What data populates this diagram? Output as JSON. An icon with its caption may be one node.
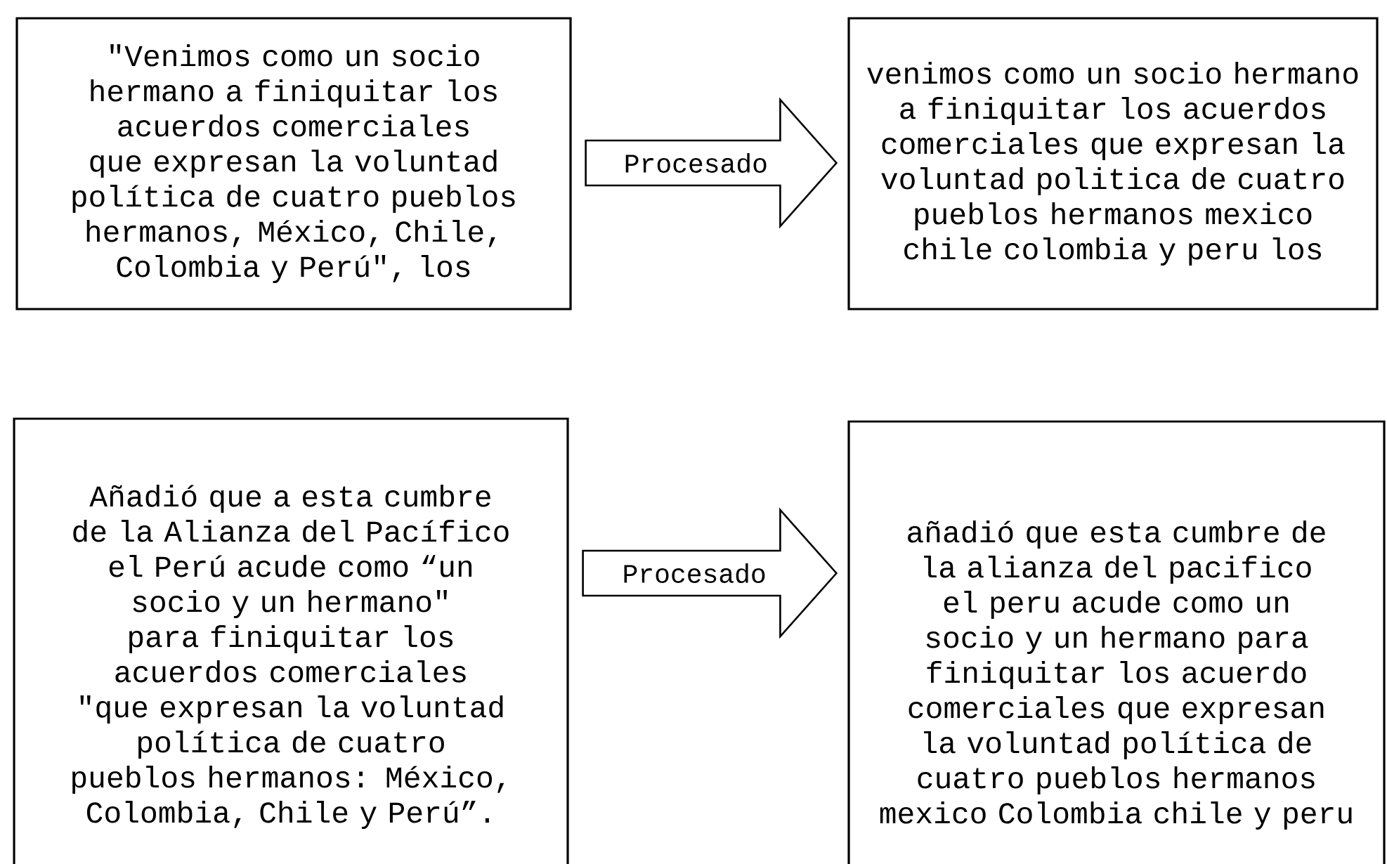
{
  "diagram": {
    "nodes": [
      {
        "text": [
          "\"Venimos como un socio hermano a finiquitar los acuerdos comerciales que expresan la voluntad política de cuatro pueblos hermanos, México, Chile, Colombia y Perú\", los"
        ]
      },
      {
        "text": [
          "venimos como un socio hermano a finiquitar los acuerdos comerciales que expresan la voluntad politica de cuatro pueblos hermanos mexico chile colombia y peru los"
        ]
      },
      {
        "text": [
          "Añadió que a esta cumbre de la Alianza del Pacífico el Perú acude como “un socio y un hermano\" para finiquitar los acuerdos comerciales \"que expresan la voluntad política de cuatro pueblos hermanos: México, Colombia, Chile y Perú”."
        ]
      },
      {
        "text": [
          "añadió que esta cumbre de la alianza del pacifico el peru acude como un socio y un hermano para finiquitar los acuerdo comerciales que expresan la voluntad política de cuatro pueblos hermanos mexico Colombia chile y peru"
        ]
      }
    ],
    "edges": [
      {
        "from": 0,
        "to": 1,
        "arrow": "to",
        "label": "Procesado"
      },
      {
        "from": 2,
        "to": 3,
        "arrow": "to",
        "label": "Procesado"
      }
    ]
  }
}
